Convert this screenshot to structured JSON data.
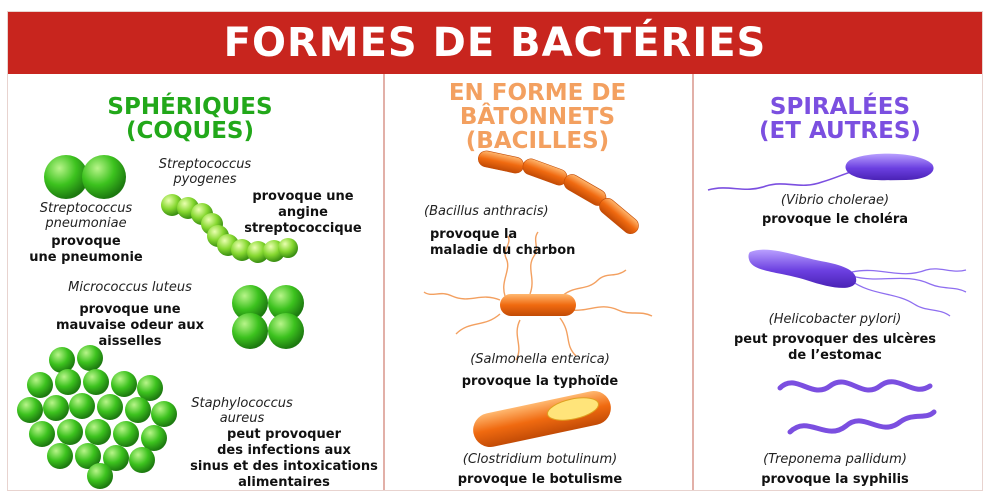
{
  "title": "FORMES DE BACTÉRIES",
  "columns": {
    "spheriques": {
      "title_line1": "SPHÉRIQUES",
      "title_line2": "(COQUES)",
      "items": [
        {
          "name_line1": "Streptococcus",
          "name_line2": "pyogenes",
          "desc_line1": "provoque une",
          "desc_line2": "angine",
          "desc_line3": "streptococcique"
        },
        {
          "name_line1": "Streptococcus",
          "name_line2": "pneumoniae",
          "desc_line1": "provoque",
          "desc_line2": "une pneumonie"
        },
        {
          "name_line1": "Micrococcus luteus",
          "desc_line1": "provoque une",
          "desc_line2": "mauvaise odeur aux",
          "desc_line3": "aisselles"
        },
        {
          "name_line1": "Staphylococcus",
          "name_line2": "aureus",
          "desc_line1": "peut provoquer",
          "desc_line2": "des infections aux",
          "desc_line3": "sinus et des intoxications",
          "desc_line4": "alimentaires"
        }
      ]
    },
    "batonnets": {
      "title_line1": "EN FORME DE",
      "title_line2": "BÂTONNETS",
      "title_line3": "(BACILLES)",
      "items": [
        {
          "name": "(Bacillus anthracis)",
          "desc_line1": "provoque la",
          "desc_line2": "maladie du charbon"
        },
        {
          "name": "(Salmonella enterica)",
          "desc_line1": "provoque la typhoïde"
        },
        {
          "name": "(Clostridium botulinum)",
          "desc_line1": "provoque le botulisme"
        }
      ]
    },
    "spiralees": {
      "title_line1": "SPIRALÉES",
      "title_line2": "(ET AUTRES)",
      "items": [
        {
          "name": "(Vibrio cholerae)",
          "desc_line1": "provoque le choléra"
        },
        {
          "name": "(Helicobacter pylori)",
          "desc_line1": "peut provoquer des ulcères",
          "desc_line2": "de l’estomac"
        },
        {
          "name": "(Treponema pallidum)",
          "desc_line1": "provoque la syphilis"
        }
      ]
    }
  },
  "colors": {
    "banner": "#c8251e",
    "spheriques": "#22a81a",
    "batonnets": "#f3a060",
    "spiralees": "#7b4fe0"
  }
}
